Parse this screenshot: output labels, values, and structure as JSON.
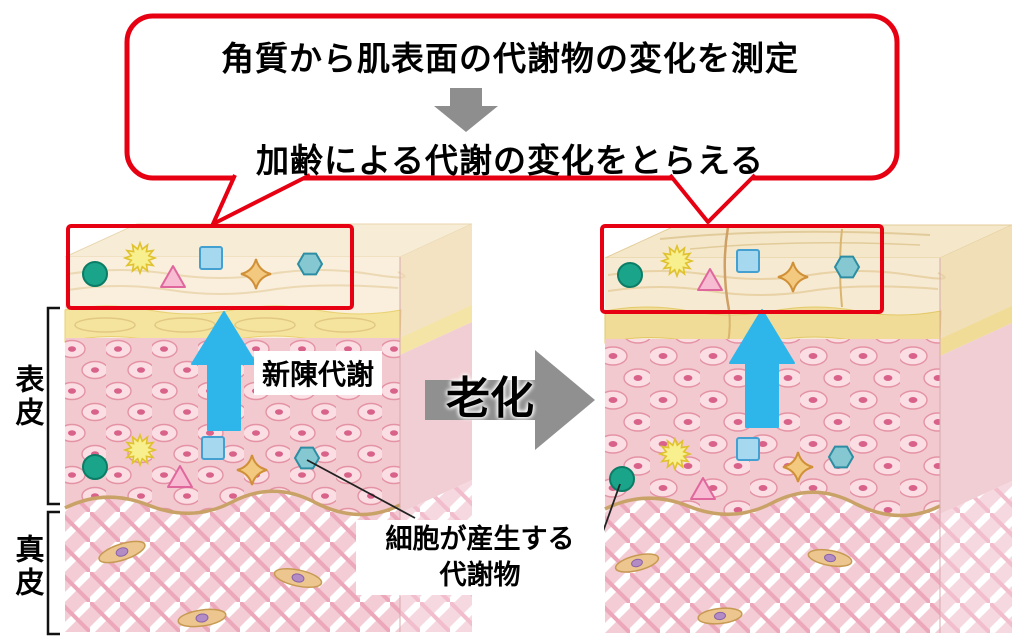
{
  "callout": {
    "line1": "角質から肌表面の代謝物の変化を測定",
    "line2": "加齢による代謝の変化をとらえる"
  },
  "aging_label": "老化",
  "turnover_label": "新陳代謝",
  "section_labels": {
    "epidermis": "表皮",
    "dermis": "真皮"
  },
  "metabolite_caption": {
    "line1": "細胞が産生する",
    "line2": "代謝物"
  },
  "legend": {
    "metabolites": [
      {
        "name": "green-circle",
        "color": "#1aa58b"
      },
      {
        "name": "yellow-burst",
        "color": "#f8ef8e"
      },
      {
        "name": "pink-triangle",
        "color": "#f8bcd2"
      },
      {
        "name": "blue-square",
        "color": "#a6d8f0"
      },
      {
        "name": "orange-sparkle",
        "color": "#f3c97f"
      },
      {
        "name": "teal-hexagon",
        "color": "#85c8d2"
      }
    ]
  },
  "colors": {
    "accent_red": "#e60012",
    "turnover_arrow": "#2eb6ea",
    "aging_arrow": "#909090"
  }
}
